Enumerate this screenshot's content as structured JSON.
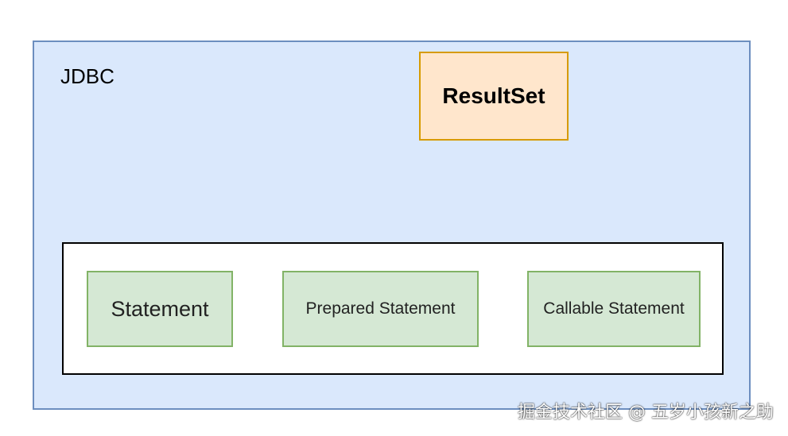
{
  "diagram": {
    "container": {
      "label": "JDBC",
      "fill": "#dae8fc",
      "stroke": "#6c8ebf"
    },
    "resultset": {
      "label": "ResultSet",
      "fill": "#ffe6cc",
      "stroke": "#d79b00"
    },
    "statements_group": {
      "fill": "#ffffff",
      "stroke": "#000000",
      "items": [
        {
          "label": "Statement"
        },
        {
          "label": "Prepared Statement"
        },
        {
          "label": "Callable Statement"
        }
      ],
      "item_fill": "#d5e8d4",
      "item_stroke": "#82b366"
    }
  },
  "watermark": {
    "text": "掘金技术社区 @ 五岁小孩新之助"
  }
}
